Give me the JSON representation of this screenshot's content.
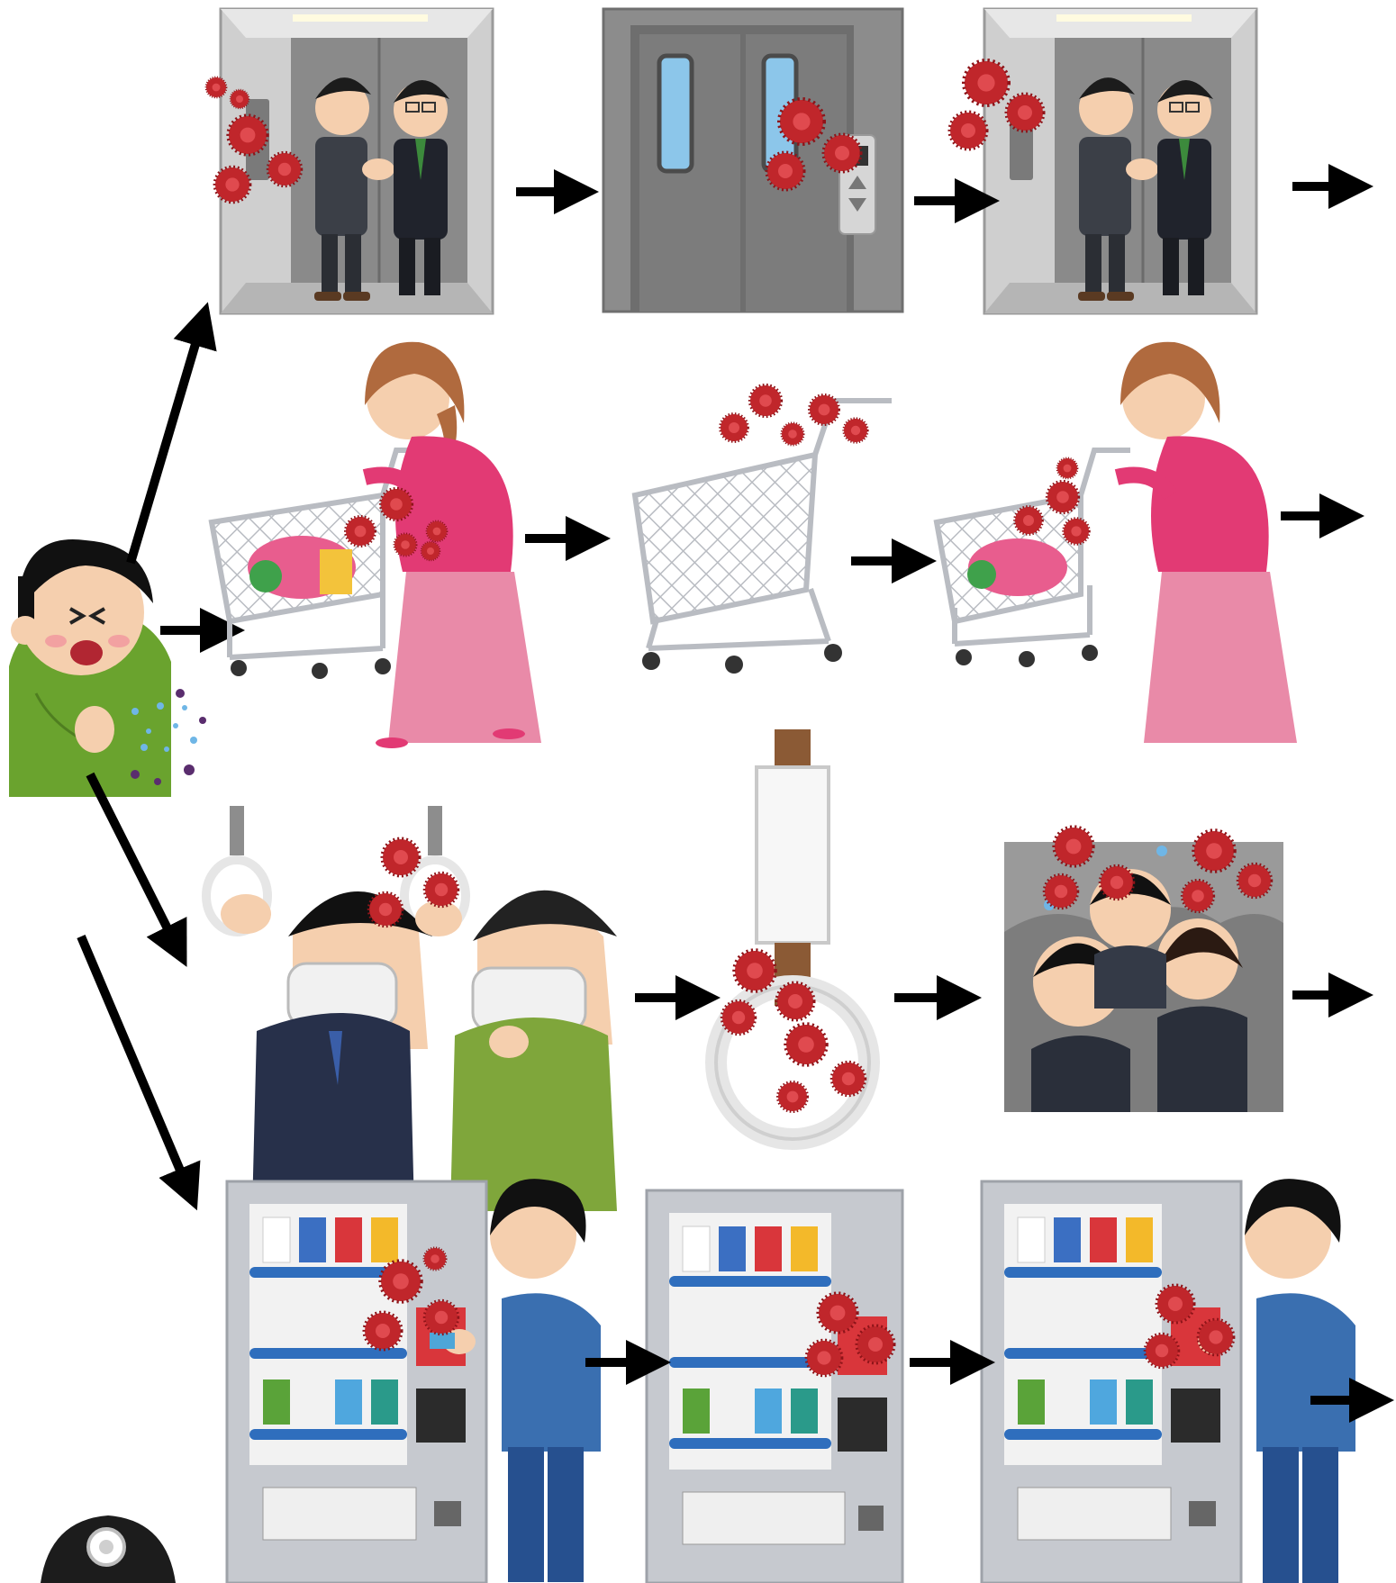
{
  "diagram": {
    "source": "patient-sneeze",
    "routes": [
      {
        "id": "elevator",
        "stages": [
          "elevator-interior-contaminated",
          "elevator-door-outside",
          "elevator-interior-next-riders"
        ]
      },
      {
        "id": "shopping-cart",
        "stages": [
          "shopper-with-cart-contaminated",
          "empty-cart-contaminated",
          "next-shopper-with-cart"
        ]
      },
      {
        "id": "train-strap",
        "stages": [
          "commuters-holding-straps",
          "strap-contaminated",
          "crowded-train-passengers"
        ]
      },
      {
        "id": "vending-machine",
        "stages": [
          "customer-at-vending-machine",
          "vending-machine-contaminated",
          "next-customer-at-vending-machine"
        ]
      }
    ]
  },
  "colors": {
    "virus": "#c0262b",
    "virus_dark": "#8e1419",
    "arrow": "#000000",
    "sick_shirt": "#6aa32e",
    "suit": "#2a2f3a",
    "elevator_wall": "#c9c9c9",
    "elevator_door": "#7a7a7a",
    "cart": "#b9bcc2",
    "shopper_top": "#e23a74",
    "shopper_skirt": "#e98aa8",
    "vending_body": "#c6c9cf",
    "vending_stripe": "#2f6ebd",
    "customer_shirt": "#3a6fb0"
  },
  "icons": [
    "virus-icon",
    "arrow-icon",
    "strap-icon"
  ]
}
